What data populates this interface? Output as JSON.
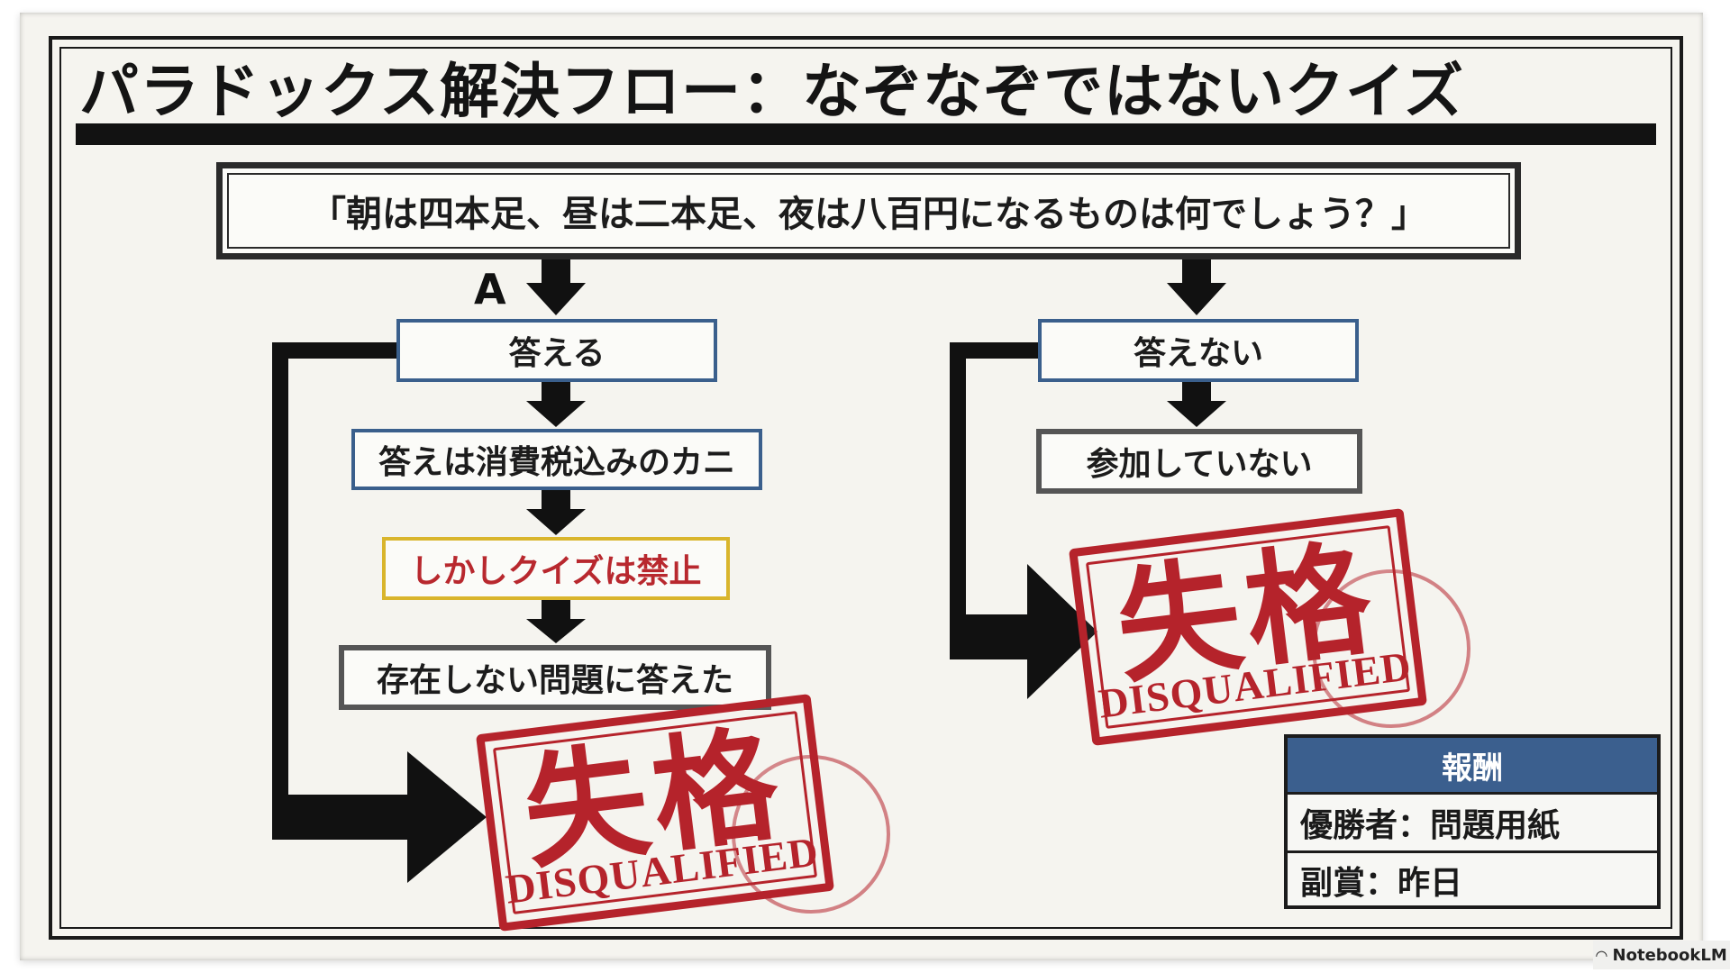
{
  "title": "パラドックス解決フロー：なぞなぞではないクイズ",
  "question": "「朝は四本足、昼は二本足、夜は八百円になるものは何でしょう？」",
  "branch_a_label": "A",
  "left_branch": {
    "step1": "答える",
    "step2": "答えは消費税込みのカニ",
    "step3": "しかしクイズは禁止",
    "step4": "存在しない問題に答えた"
  },
  "right_branch": {
    "step1": "答えない",
    "step2": "参加していない"
  },
  "stamp": {
    "kanji": "失格",
    "english": "DISQUALIFIED"
  },
  "reward": {
    "header": "報酬",
    "winner": "優勝者：問題用紙",
    "runner_up": "副賞：昨日"
  },
  "watermark": "NotebookLM",
  "colors": {
    "stamp_red": "#b5232b",
    "box_blue": "#3a5f8c",
    "box_yellow": "#d9b52c",
    "header_blue": "#3b5f8e"
  }
}
